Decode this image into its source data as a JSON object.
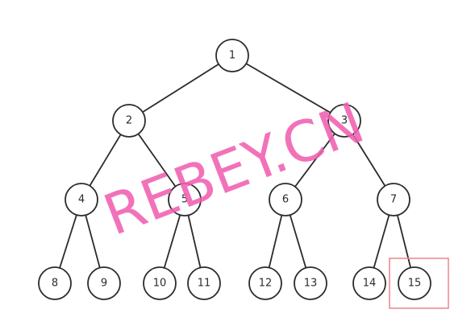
{
  "diagram": {
    "edge_color": "#2b2b2b",
    "node_border_color": "#2b2b2b",
    "node_fill_color": "#ffffff",
    "highlight_color": "#f08a94",
    "highlighted_node": "15",
    "nodes": [
      {
        "id": "1",
        "label": "1"
      },
      {
        "id": "2",
        "label": "2"
      },
      {
        "id": "3",
        "label": "3"
      },
      {
        "id": "4",
        "label": "4"
      },
      {
        "id": "5",
        "label": "5"
      },
      {
        "id": "6",
        "label": "6"
      },
      {
        "id": "7",
        "label": "7"
      },
      {
        "id": "8",
        "label": "8"
      },
      {
        "id": "9",
        "label": "9"
      },
      {
        "id": "10",
        "label": "10"
      },
      {
        "id": "11",
        "label": "11"
      },
      {
        "id": "12",
        "label": "12"
      },
      {
        "id": "13",
        "label": "13"
      },
      {
        "id": "14",
        "label": "14"
      },
      {
        "id": "15",
        "label": "15"
      }
    ],
    "edges": [
      [
        "1",
        "2"
      ],
      [
        "1",
        "3"
      ],
      [
        "2",
        "4"
      ],
      [
        "2",
        "5"
      ],
      [
        "3",
        "6"
      ],
      [
        "3",
        "7"
      ],
      [
        "4",
        "8"
      ],
      [
        "4",
        "9"
      ],
      [
        "5",
        "10"
      ],
      [
        "5",
        "11"
      ],
      [
        "6",
        "12"
      ],
      [
        "6",
        "13"
      ],
      [
        "7",
        "14"
      ],
      [
        "7",
        "15"
      ]
    ]
  },
  "watermark": {
    "text": "REBEY.CN",
    "color": "#f05fb0"
  }
}
